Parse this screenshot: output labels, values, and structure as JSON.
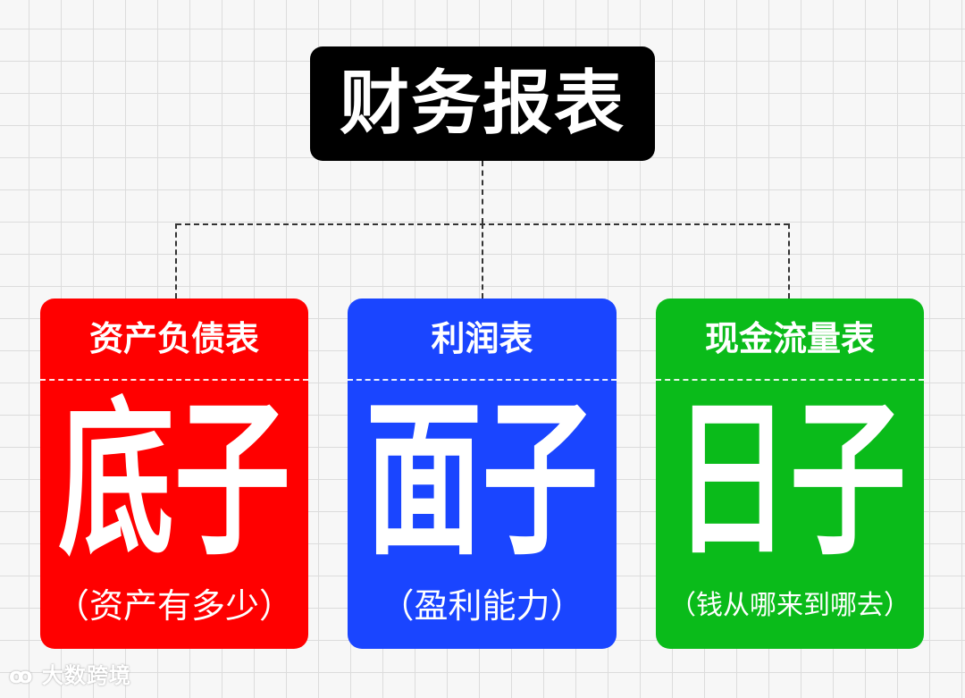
{
  "title": "财务报表",
  "colors": {
    "balance": "#ff0000",
    "income": "#1a45ff",
    "cashflow": "#0abb1a",
    "title_bg": "#000000"
  },
  "cards": [
    {
      "heading": "资产负债表",
      "big": "底子",
      "sub": "（资产有多少）"
    },
    {
      "heading": "利润表",
      "big": "面子",
      "sub": "（盈利能力）"
    },
    {
      "heading": "现金流量表",
      "big": "日子",
      "sub": "（钱从哪来到哪去）"
    }
  ],
  "watermark": "大数跨境"
}
